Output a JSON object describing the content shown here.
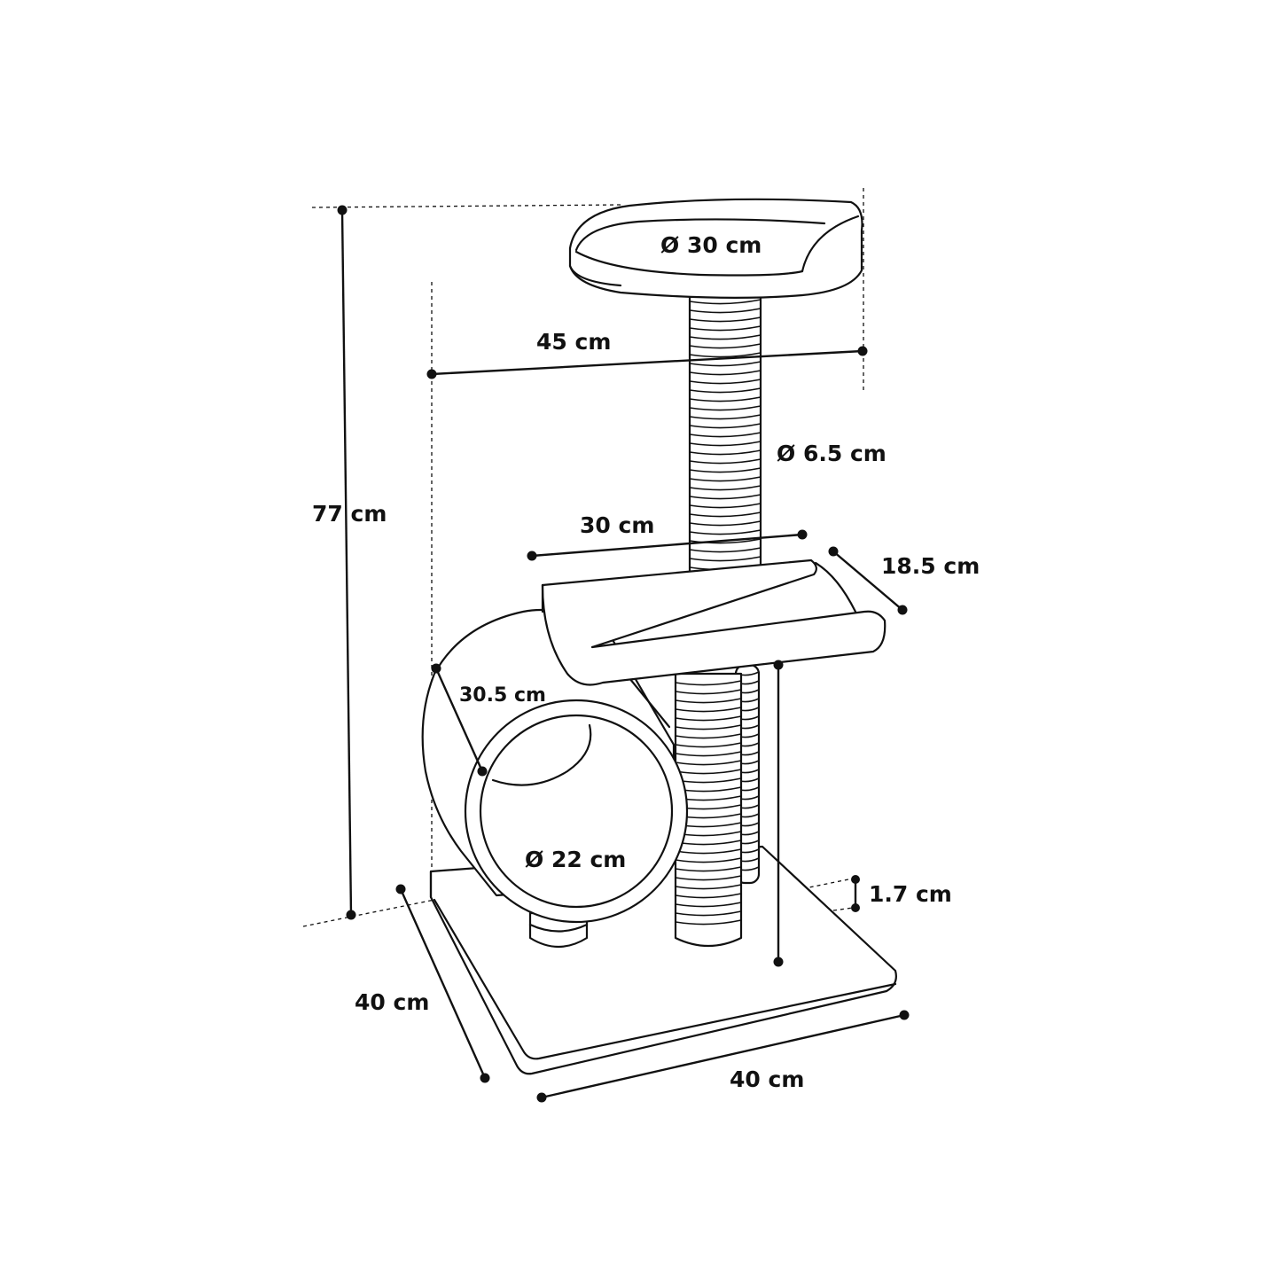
{
  "dimensions": {
    "total_height": "77 cm",
    "total_width": "45 cm",
    "top_bed_diameter": "Ø 30 cm",
    "post_diameter": "Ø 6.5 cm",
    "hammock_length": "30 cm",
    "hammock_depth": "18.5 cm",
    "tunnel_length": "30.5 cm",
    "tunnel_diameter": "Ø 22 cm",
    "base_thickness": "1.7 cm",
    "base_depth": "40 cm",
    "base_width": "40 cm"
  },
  "colors": {
    "line": "#111111",
    "background": "#ffffff"
  }
}
